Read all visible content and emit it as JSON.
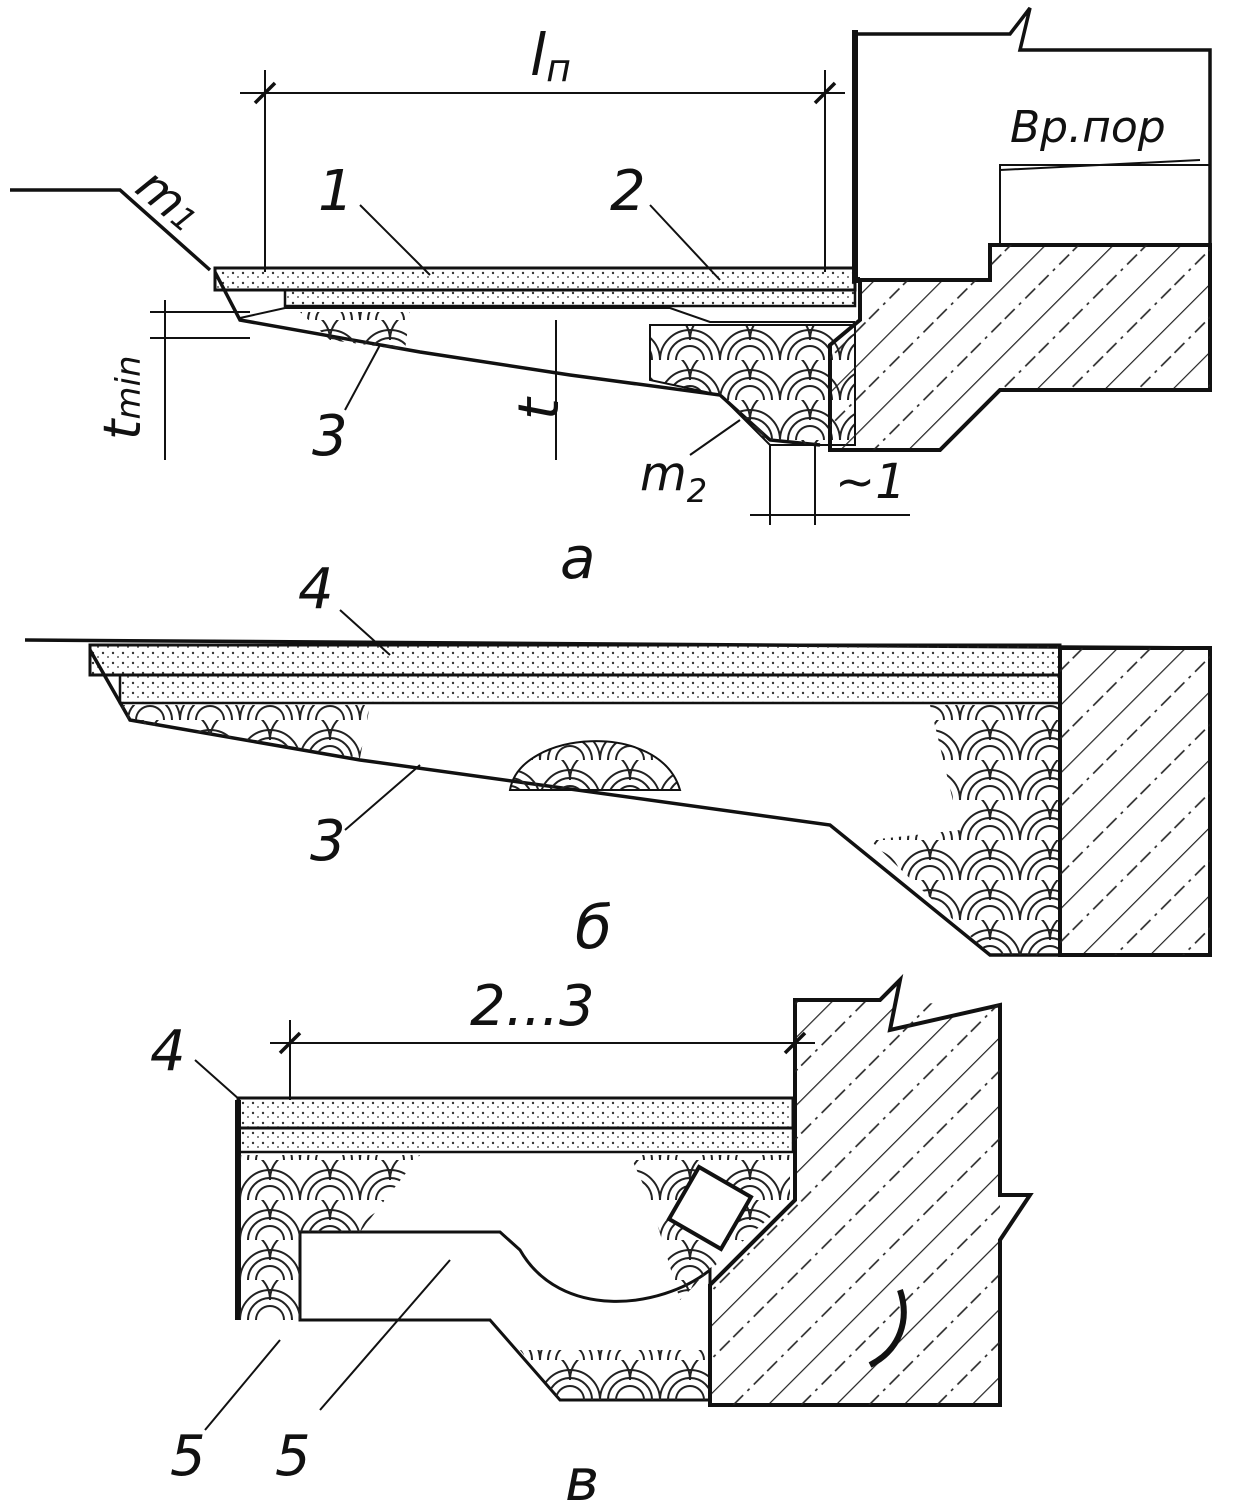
{
  "figure_a": {
    "caption": "а",
    "dim_top": "l",
    "dim_top_sub": "п",
    "dim_right": "Вр.пор",
    "slope_top": "m",
    "slope_top_sub": "1",
    "slope_bottom": "m",
    "slope_bottom_sub": "2",
    "thickness": "t",
    "thickness_min": "t",
    "thickness_min_sub": "min",
    "approx_gap": "~1",
    "callouts": [
      "1",
      "2",
      "3"
    ]
  },
  "figure_b": {
    "caption": "б",
    "callouts": [
      "4",
      "3"
    ]
  },
  "figure_c": {
    "caption": "в",
    "dim_top": "2...3",
    "callouts": [
      "4",
      "5",
      "5"
    ]
  },
  "colors": {
    "ink": "#111111",
    "paper": "#ffffff"
  }
}
